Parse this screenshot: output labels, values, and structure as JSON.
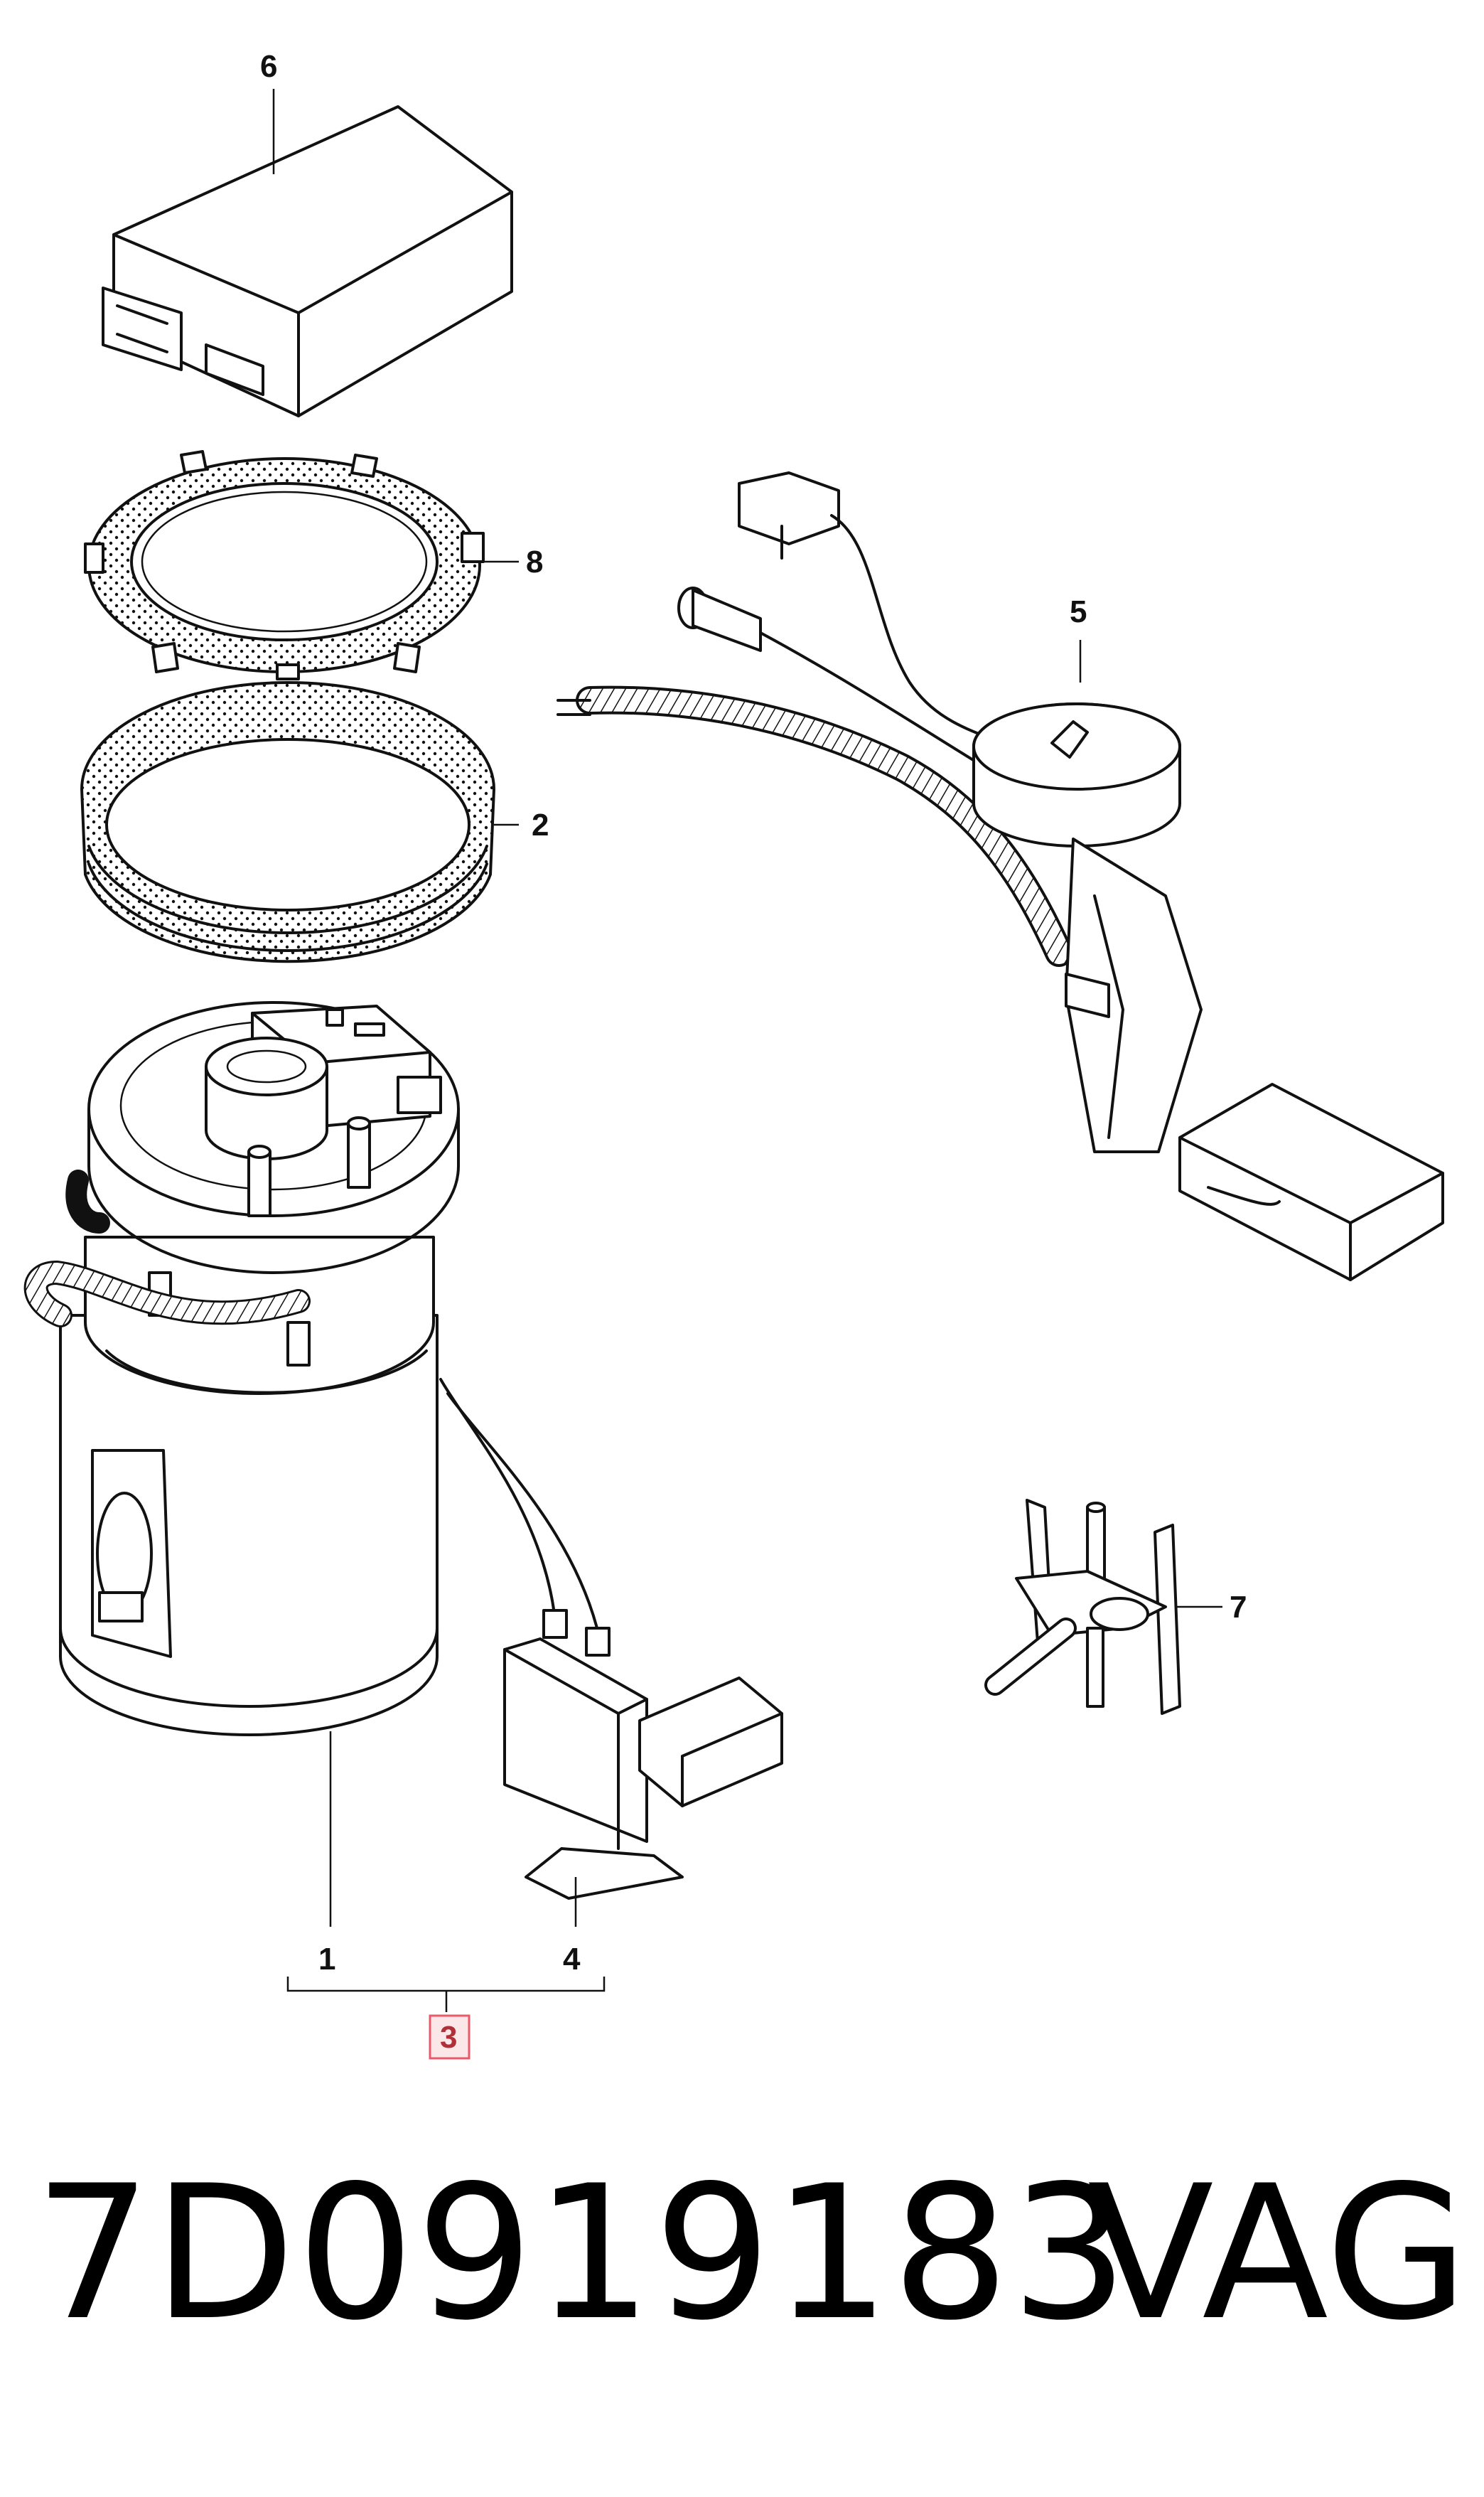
{
  "diagram": {
    "callouts": [
      {
        "id": "c1",
        "label": "1"
      },
      {
        "id": "c2",
        "label": "2"
      },
      {
        "id": "c3",
        "label": "3"
      },
      {
        "id": "c4",
        "label": "4"
      },
      {
        "id": "c5",
        "label": "5"
      },
      {
        "id": "c6",
        "label": "6"
      },
      {
        "id": "c7",
        "label": "7"
      },
      {
        "id": "c8",
        "label": "8"
      }
    ],
    "highlight_color": "#e85a6a"
  },
  "footer": {
    "part_number": "7D0919183",
    "brand": "VAG"
  }
}
